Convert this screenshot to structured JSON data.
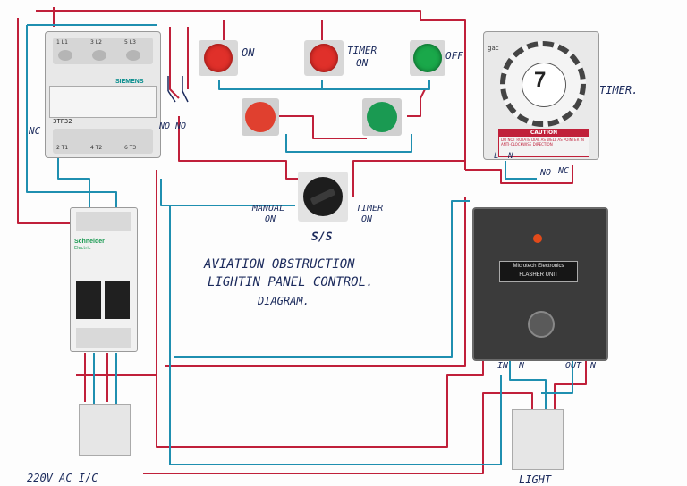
{
  "title": {
    "line1": "AVIATION OBSTRUCTION",
    "line2": "LIGHTIN PANEL CONTROL.",
    "line3": "DIAGRAM."
  },
  "contactor": {
    "brand": "SIEMENS",
    "model": "3TF32",
    "terminals_top": [
      "1 L1",
      "3 L2",
      "5 L3"
    ],
    "terminals_bottom": [
      "2 T1",
      "4 T2",
      "6 T3"
    ],
    "aux_nc_label": "NC",
    "aux_no_labels": [
      "NO",
      "NO"
    ]
  },
  "indicators": {
    "on_label": "ON",
    "timer_on_label_1": "TIMER",
    "timer_on_label_2": "ON",
    "off_label": "OFF"
  },
  "selector": {
    "left_label_1": "MANUAL",
    "left_label_2": "ON",
    "right_label_1": "TIMER",
    "right_label_2": "ON",
    "name": "S/S"
  },
  "timer": {
    "label": "TIMER.",
    "brand": "gac",
    "dial_number": "7",
    "caution_title": "CAUTION",
    "caution_text": "DO NOT ROTATE DIAL AS WELL AS POINTER IN ANTI-CLOCKWISE DIRECTION",
    "terminals": [
      "L",
      "N"
    ],
    "contact_labels": [
      "NO",
      "NC"
    ]
  },
  "mcb": {
    "brand": "Schneider",
    "sub": "Electric"
  },
  "flasher": {
    "maker": "Microtech Electronics",
    "unit": "FLASHER UNIT",
    "in_label": "IN",
    "in_n": "N",
    "out_label": "OUT",
    "out_n": "N"
  },
  "supply_label": "220V AC I/C",
  "light_label": "LIGHT",
  "colors": {
    "wire_red": "#c0203a",
    "wire_blue": "#1f8fb0",
    "lamp_red": "#e0302a",
    "lamp_green": "#1aa84a",
    "ink": "#1b2a5c"
  }
}
